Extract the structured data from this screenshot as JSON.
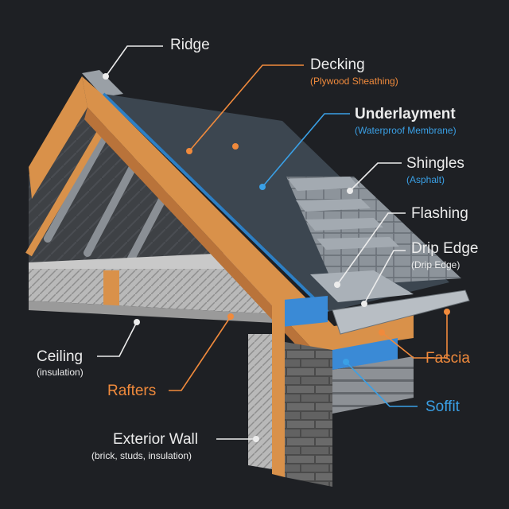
{
  "labels": {
    "ridge": {
      "title": "Ridge"
    },
    "decking": {
      "title": "Decking",
      "note": "(Plywood Sheathing)"
    },
    "underlayment": {
      "title": "Underlayment",
      "note": "(Waterproof Membrane)"
    },
    "shingles": {
      "title": "Shingles",
      "note": "(Asphalt)"
    },
    "flashing": {
      "title": "Flashing"
    },
    "drip_edge": {
      "title": "Drip Edge",
      "note": "(Drip Edge)"
    },
    "fascia": {
      "title": "Fascia"
    },
    "soffit": {
      "title": "Soffit"
    },
    "ceiling": {
      "title": "Ceiling",
      "note": "(insulation)"
    },
    "rafters": {
      "title": "Rafters"
    },
    "exterior_wall": {
      "title": "Exterior Wall",
      "note": "(brick, studs, insulation)"
    }
  },
  "colors": {
    "background": "#1e2024",
    "white": "#ececec",
    "orange": "#f08a3c",
    "blue": "#3aa0e6",
    "wood": "#d9914a",
    "decking": "#3c4650",
    "shingle": "#8d949b",
    "brick": "#5b5b5b"
  }
}
